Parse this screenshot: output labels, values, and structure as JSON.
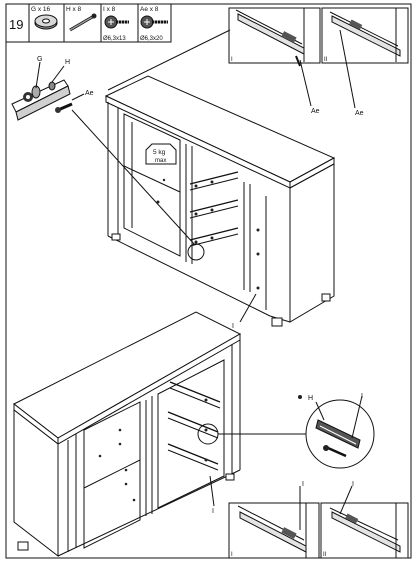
{
  "step": {
    "number": "19"
  },
  "parts_table": {
    "parts": [
      {
        "qty_label": "G x 16",
        "icon": "washer-icon"
      },
      {
        "qty_label": "H x 8",
        "icon": "bolt-icon"
      },
      {
        "qty_label": "I x 8",
        "size": "Ø6,3x13",
        "icon": "screw-icon"
      },
      {
        "qty_label": "Ae x 8",
        "size": "Ø6,3x20",
        "icon": "screw-icon"
      }
    ]
  },
  "top_left_detail": {
    "labels": [
      "G",
      "H",
      "Ae"
    ]
  },
  "top_panels": {
    "left_label": "I",
    "right_label": "II",
    "callouts": [
      "Ae",
      "Ae"
    ]
  },
  "cabinet_top": {
    "weight_line1": "5 kg",
    "weight_line2": "max",
    "callout": "I"
  },
  "cabinet_bottom": {
    "callout": "I"
  },
  "right_detail": {
    "labels": [
      "H",
      "I"
    ]
  },
  "bottom_panels": {
    "left_label": "I",
    "right_label": "II",
    "callouts": [
      "I",
      "I"
    ]
  }
}
